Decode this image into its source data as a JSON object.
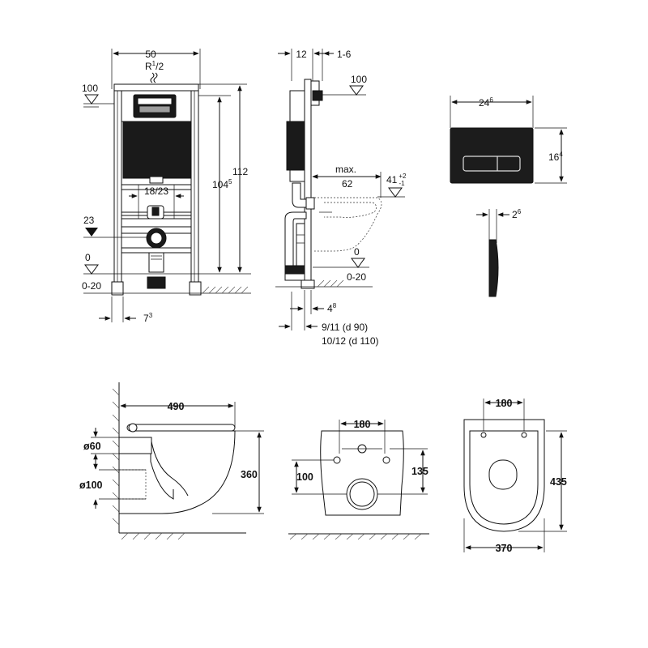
{
  "frame_front": {
    "width": "50",
    "thread_r": "R",
    "thread_sup": "1",
    "thread_sub": "/2",
    "level_top": "100",
    "level_mid": "23",
    "level_floor": "0",
    "level_range": "0-20",
    "height_total": "112",
    "height_inner": "104",
    "height_inner_sup": "5",
    "pipe_spacing": "18/23",
    "foot_offset": "7",
    "foot_offset_sup": "3"
  },
  "frame_side": {
    "depth_12": "12",
    "depth_range": "1-6",
    "level_top": "100",
    "max_label": "max.",
    "max_value": "62",
    "level_41": "41",
    "level_41_tol_plus": "+2",
    "level_41_tol_minus": "-1",
    "level_floor": "0",
    "level_range": "0-20",
    "offset_48": "4",
    "offset_48_sup": "8",
    "pipe_90": "9/11 (d 90)",
    "pipe_110": "10/12 (d 110)"
  },
  "flush_plate": {
    "width": "24",
    "width_sup": "6",
    "height": "16",
    "height_sup": "4",
    "thickness": "2",
    "thickness_sup": "6"
  },
  "bowl_side": {
    "length": "490",
    "diam_60": "ø60",
    "diam_100": "ø100",
    "height": "360"
  },
  "bowl_back": {
    "bolt_spacing": "180",
    "height_100": "100",
    "height_135": "135"
  },
  "bowl_top": {
    "bolt_spacing": "180",
    "length": "435",
    "width": "370"
  }
}
